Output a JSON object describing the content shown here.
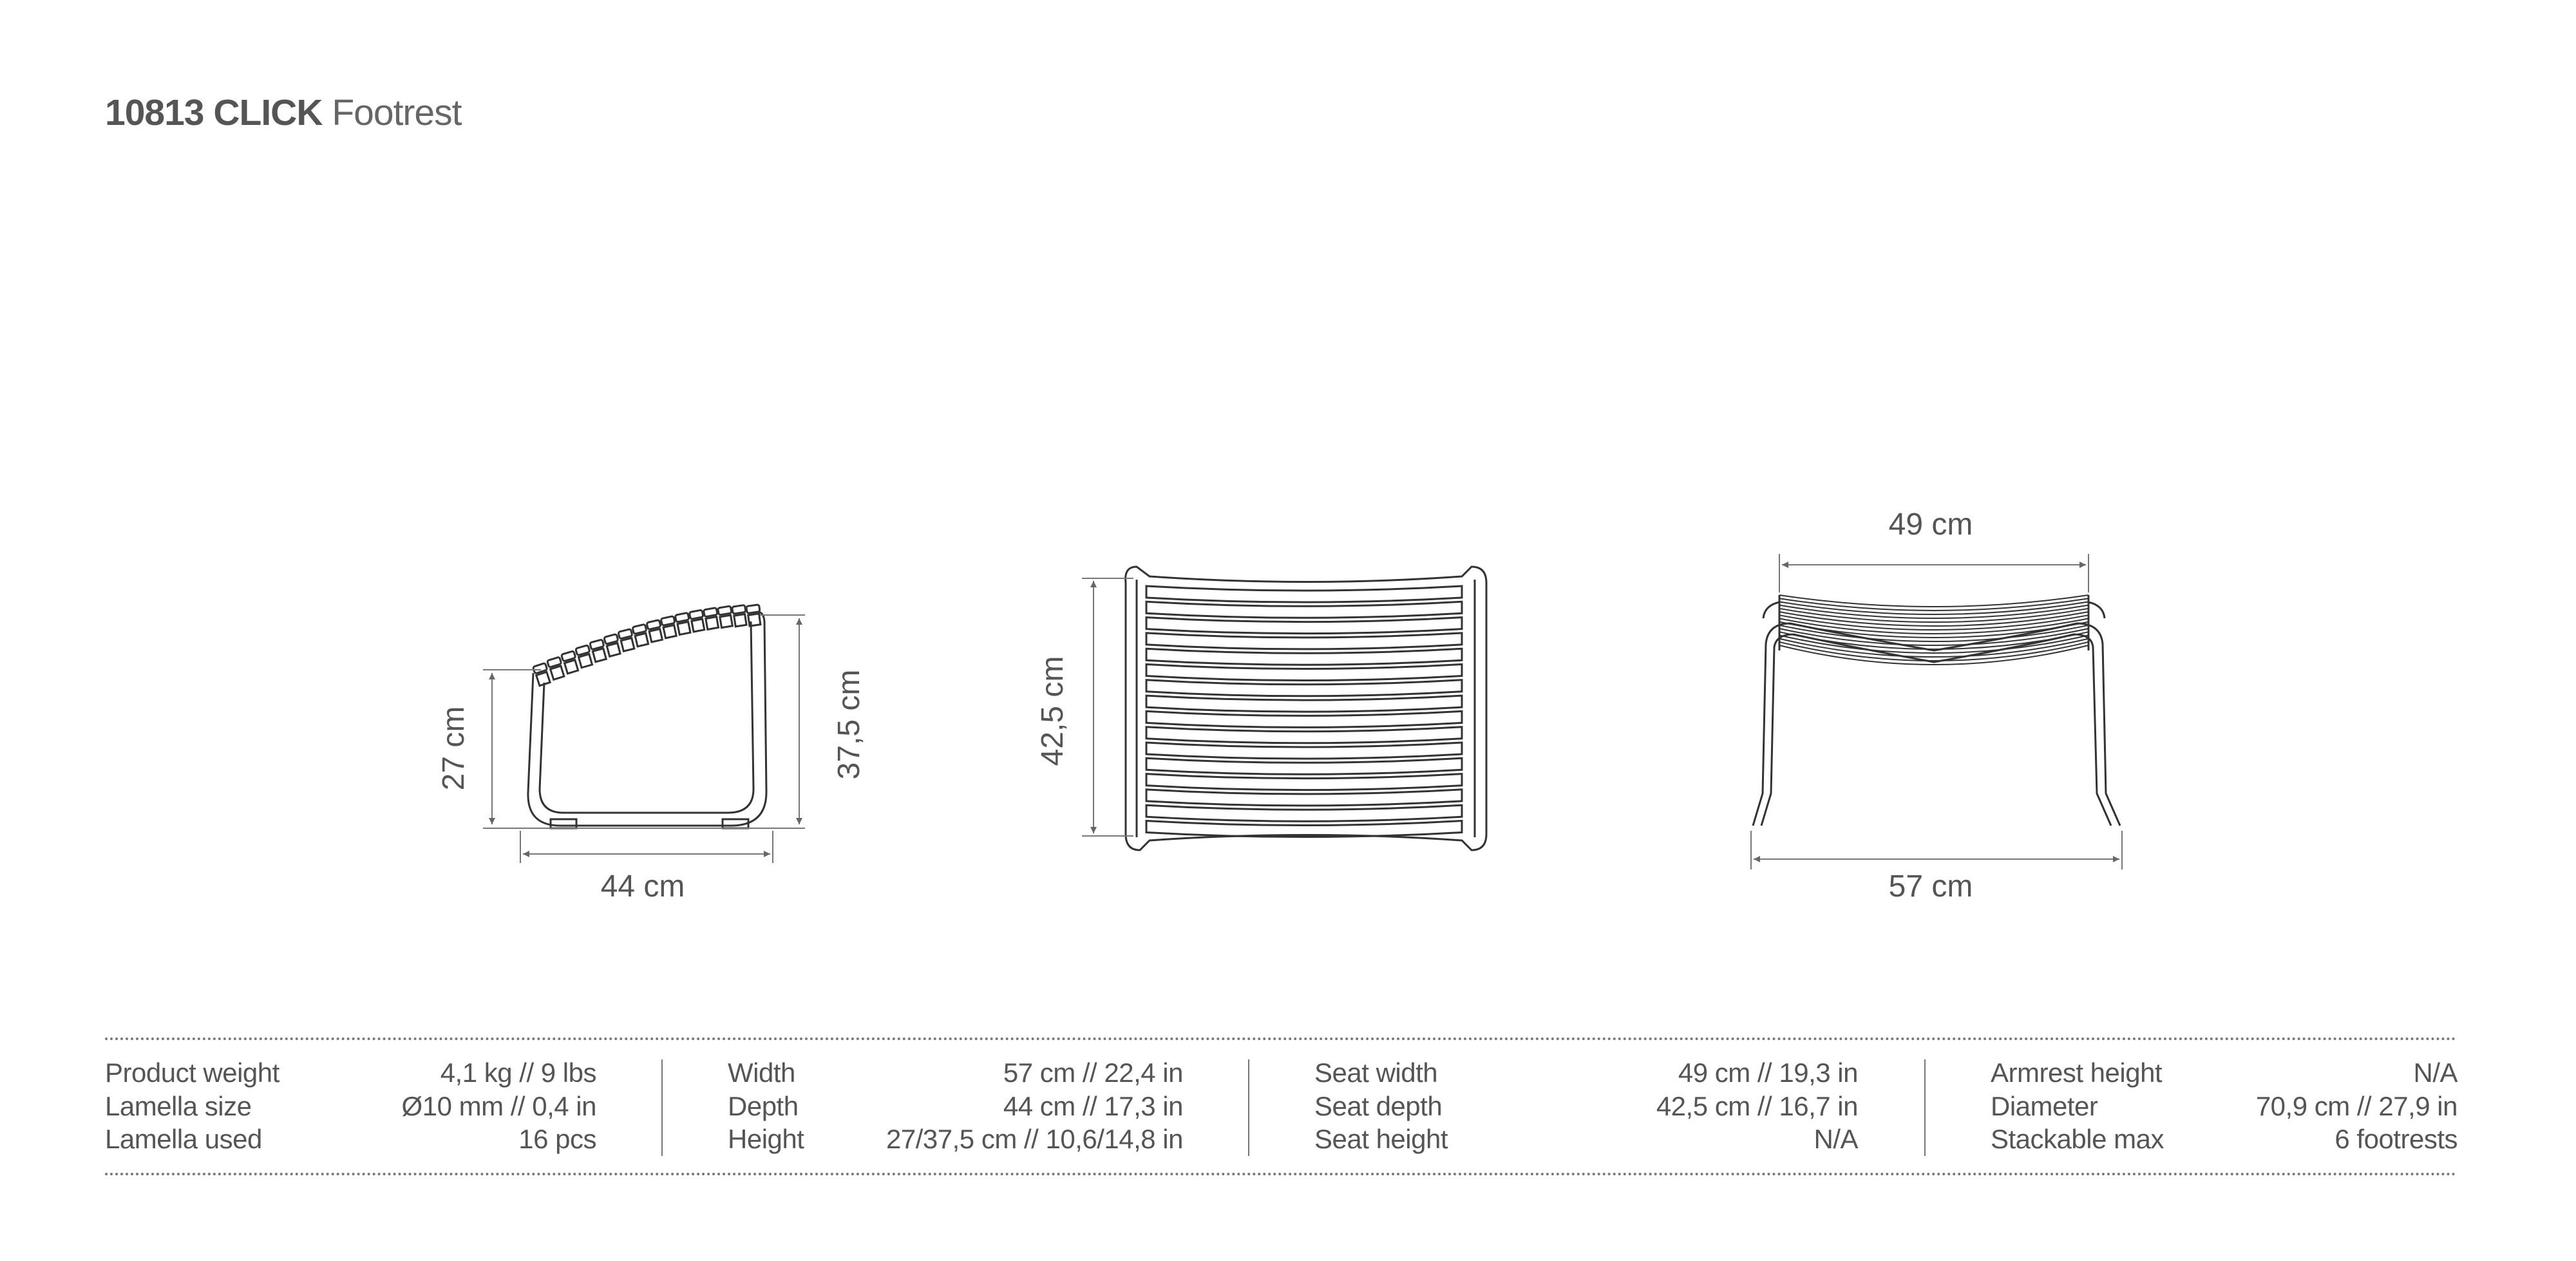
{
  "header": {
    "product_number": "10813",
    "product_line": "CLICK",
    "product_name": "Footrest"
  },
  "dimensions": {
    "side_front_height": "27 cm",
    "side_back_height": "37,5 cm",
    "side_depth": "44 cm",
    "top_seat_depth": "42,5 cm",
    "front_seat_width": "49 cm",
    "front_total_width": "57 cm"
  },
  "lamella_count": 16,
  "specs": [
    {
      "rows": [
        {
          "label": "Product weight",
          "value": "4,1 kg // 9 lbs"
        },
        {
          "label": "Lamella size",
          "value": "Ø10 mm // 0,4 in"
        },
        {
          "label": "Lamella used",
          "value": "16 pcs"
        }
      ]
    },
    {
      "rows": [
        {
          "label": "Width",
          "value": "57 cm // 22,4 in"
        },
        {
          "label": "Depth",
          "value": "44 cm // 17,3 in"
        },
        {
          "label": "Height",
          "value": "27/37,5 cm // 10,6/14,8 in"
        }
      ]
    },
    {
      "rows": [
        {
          "label": "Seat width",
          "value": "49 cm // 19,3 in"
        },
        {
          "label": "Seat depth",
          "value": "42,5 cm // 16,7 in"
        },
        {
          "label": "Seat height",
          "value": "N/A"
        }
      ]
    },
    {
      "rows": [
        {
          "label": "Armrest height",
          "value": "N/A"
        },
        {
          "label": "Diameter",
          "value": "70,9 cm // 27,9 in"
        },
        {
          "label": "Stackable max",
          "value": "6 footrests"
        }
      ]
    }
  ],
  "colors": {
    "text": "#555555",
    "line": "#333333",
    "dim": "#777777"
  }
}
